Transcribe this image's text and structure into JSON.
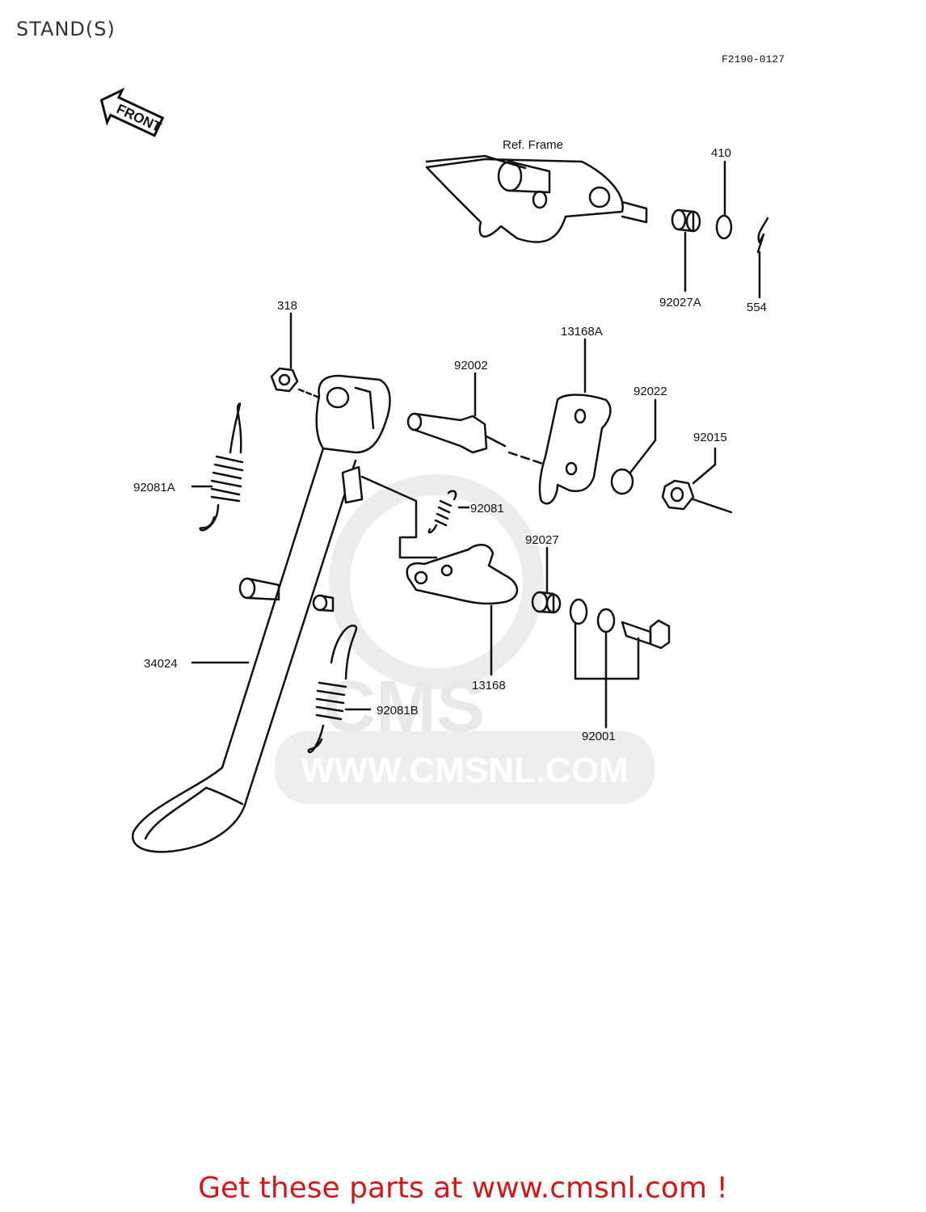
{
  "title": "STAND(S)",
  "diagram_code": "F2190-0127",
  "front_label": "FRONT",
  "ref_frame_label": "Ref. Frame",
  "parts": {
    "p410": "410",
    "p92027A": "92027A",
    "p554": "554",
    "p318": "318",
    "p92002": "92002",
    "p13168A": "13168A",
    "p92022": "92022",
    "p92015": "92015",
    "p92081A": "92081A",
    "p92081": "92081",
    "p92027": "92027",
    "p34024": "34024",
    "p13168": "13168",
    "p92081B": "92081B",
    "p92001": "92001"
  },
  "watermark": {
    "logo": "CMS",
    "url": "WWW.CMSNL.COM"
  },
  "footer_text": "Get these parts at www.cmsnl.com !",
  "colors": {
    "line": "#111111",
    "footer": "#d01818",
    "watermark": "#e8e8e8"
  }
}
